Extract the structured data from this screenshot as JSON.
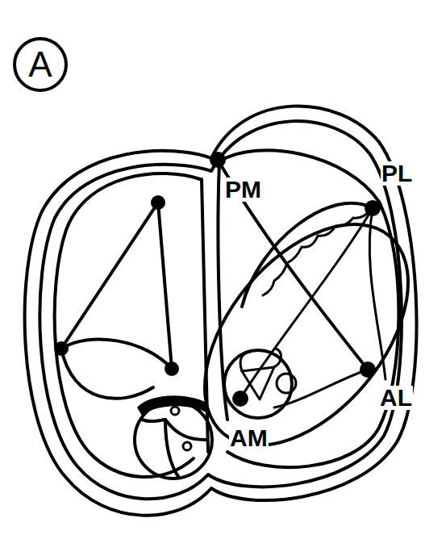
{
  "diagram": {
    "nodes": [
      {
        "text": [
          "A"
        ]
      }
    ],
    "labels": [
      "PM",
      "PL",
      "AL",
      "AM"
    ]
  }
}
